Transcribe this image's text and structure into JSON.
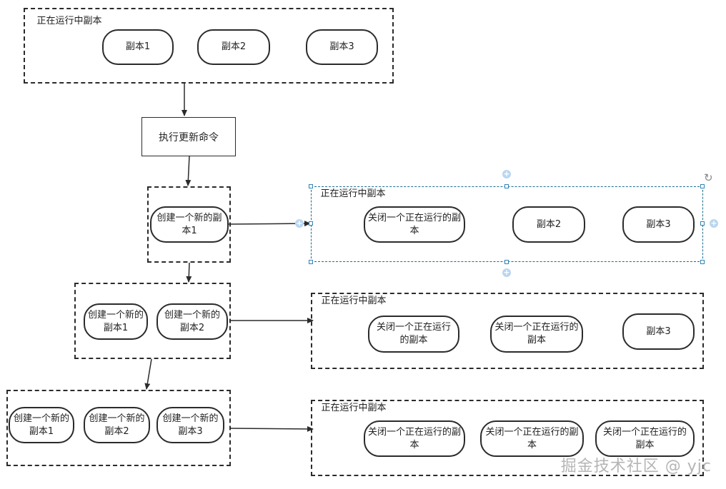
{
  "top": {
    "group_label": "正在运行中副本",
    "replicas": [
      "副本1",
      "副本2",
      "副本3"
    ]
  },
  "command": "执行更新命令",
  "new_groups": [
    {
      "items": [
        "创建一个新的副本1"
      ]
    },
    {
      "items": [
        "创建一个新的副本1",
        "创建一个新的副本2"
      ]
    },
    {
      "items": [
        "创建一个新的副本1",
        "创建一个新的副本2",
        "创建一个新的副本3"
      ]
    }
  ],
  "running_groups": [
    {
      "label": "正在运行中副本",
      "items": [
        "关闭一个正在运行的副本",
        "副本2",
        "副本3"
      ]
    },
    {
      "label": "正在运行中副本",
      "items": [
        "关闭一个正在运行的副本",
        "关闭一个正在运行的副本",
        "副本3"
      ]
    },
    {
      "label": "正在运行中副本",
      "items": [
        "关闭一个正在运行的副本",
        "关闭一个正在运行的副本",
        "关闭一个正在运行的副本"
      ]
    }
  ],
  "selection_plus": "+",
  "rotate_icon": "↻",
  "watermark": "掘金技术社区 @ yjc"
}
